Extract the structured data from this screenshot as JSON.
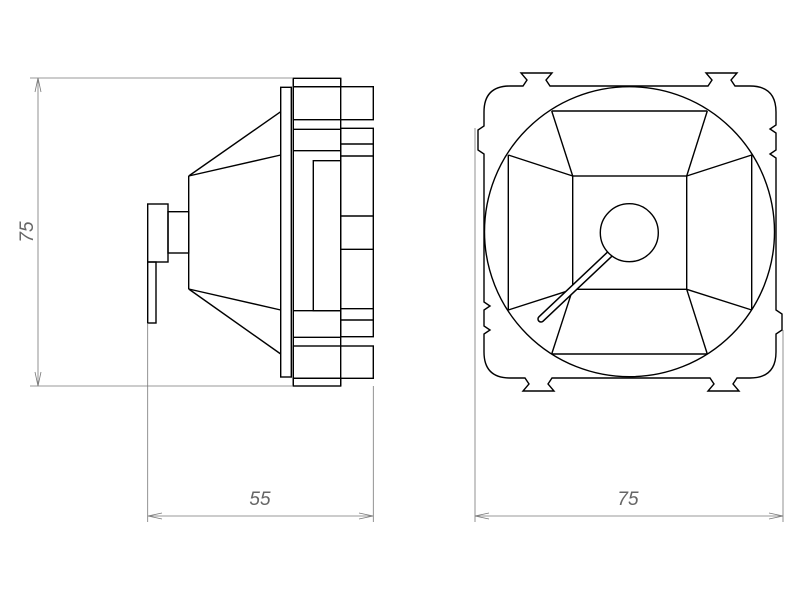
{
  "drawing": {
    "side_view": {
      "height_label": "75",
      "depth_label": "55"
    },
    "front_view": {
      "width_label": "75"
    },
    "colors": {
      "line": "#000000",
      "dimension": "#777777"
    }
  }
}
